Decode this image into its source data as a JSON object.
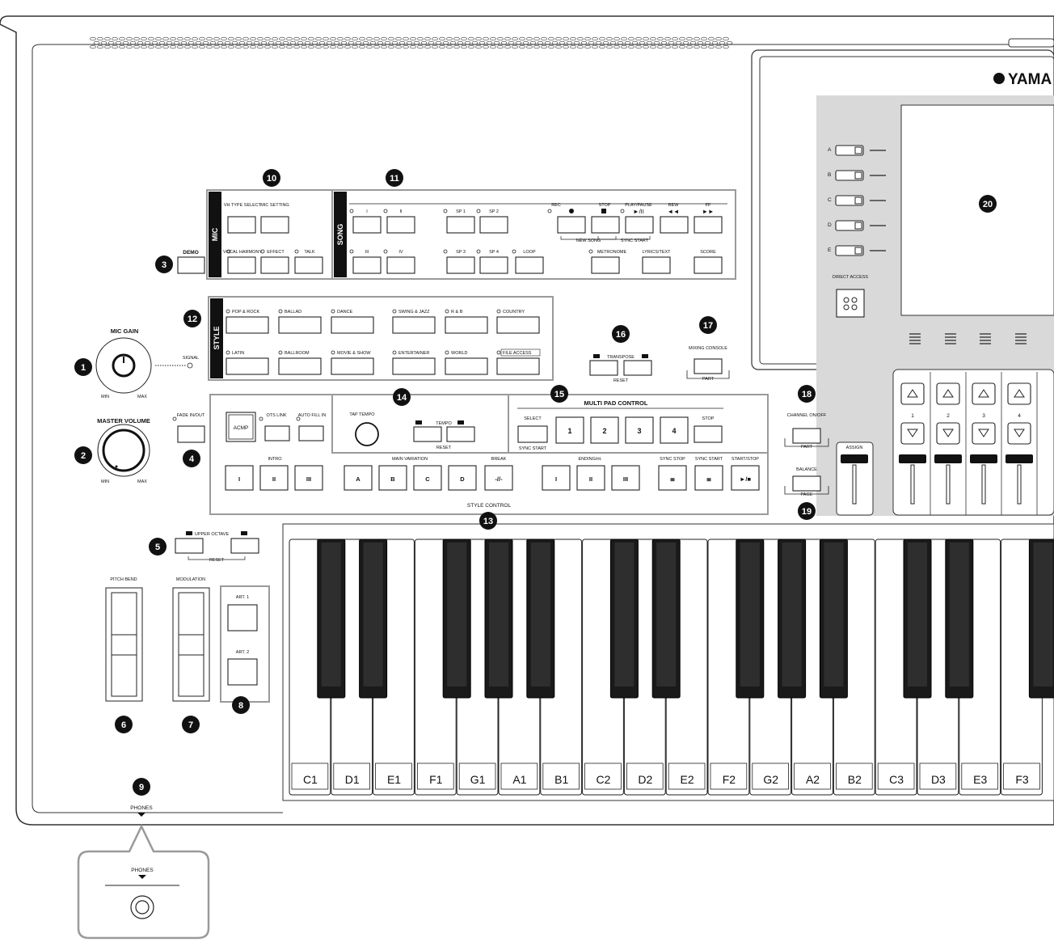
{
  "brand": "YAMA",
  "mic": {
    "panel_label": "MIC",
    "vh_type_select": "VH TYPE SELECT",
    "mic_setting": "MIC SETTING",
    "vocal_harmony": "VOCAL HARMONY",
    "effect": "EFFECT",
    "talk": "TALK"
  },
  "demo": "DEMO",
  "song": {
    "panel_label": "SONG",
    "buttons_top": [
      "I",
      "II",
      "SP 1",
      "SP 2"
    ],
    "buttons_bottom": [
      "III",
      "IV",
      "SP 3",
      "SP 4",
      "LOOP"
    ],
    "rec": "REC",
    "stop": "STOP",
    "play_pause": "PLAY/PAUSE",
    "rew": "REW",
    "ff": "FF",
    "new_song": "NEW SONG",
    "sync_start": "SYNC START",
    "metronome": "METRONOME",
    "lyrics_text": "LYRICS/TEXT",
    "score": "SCORE"
  },
  "style": {
    "panel_label": "STYLE",
    "row1": [
      "POP & ROCK",
      "BALLAD",
      "DANCE",
      "SWING & JAZZ",
      "R & B",
      "COUNTRY"
    ],
    "row2": [
      "LATIN",
      "BALLROOM",
      "MOVIE & SHOW",
      "ENTERTAINER",
      "WORLD",
      "FILE ACCESS"
    ]
  },
  "mic_gain": "MIC GAIN",
  "signal": "SIGNAL",
  "master_volume": "MASTER VOLUME",
  "min": "MIN",
  "max": "MAX",
  "fade": "FADE IN/OUT",
  "style_control": {
    "acmp": "ACMP",
    "ots_link": "OTS LINK",
    "auto_fill_in": "AUTO FILL IN",
    "intro": "INTRO",
    "intro_buttons": [
      "I",
      "II",
      "III"
    ],
    "main_variation": "MAIN VARIATION",
    "main_buttons": [
      "A",
      "B",
      "C",
      "D"
    ],
    "break": "BREAK",
    "ending": "ENDING/rit.",
    "ending_buttons": [
      "I",
      "II",
      "III"
    ],
    "sync_stop": "SYNC STOP",
    "sync_start": "SYNC START",
    "start_stop": "START/STOP",
    "footer": "STYLE CONTROL"
  },
  "tempo": {
    "tap_tempo": "TAP TEMPO",
    "tempo": "TEMPO",
    "reset": "RESET"
  },
  "multi_pad": {
    "title": "MULTI PAD CONTROL",
    "select": "SELECT",
    "pads": [
      "1",
      "2",
      "3",
      "4"
    ],
    "stop": "STOP",
    "sync_start": "SYNC START"
  },
  "transpose": {
    "label": "TRANSPOSE",
    "reset": "RESET"
  },
  "mixing_console": {
    "label": "MIXING CONSOLE",
    "part": "PART"
  },
  "channel_onoff": {
    "label": "CHANNEL ON/OFF",
    "part": "PART"
  },
  "balance": {
    "label": "BALANCE",
    "page": "PAGE"
  },
  "assign": "ASSIGN",
  "direct_access": "DIRECT ACCESS",
  "display_buttons": [
    "A",
    "B",
    "C",
    "D",
    "E"
  ],
  "part_numbers": [
    "1",
    "2",
    "3",
    "4"
  ],
  "upper_octave": {
    "label": "UPPER OCTAVE",
    "reset": "RESET"
  },
  "pitch_bend": "PITCH BEND",
  "modulation": "MODULATION",
  "art": [
    "ART. 1",
    "ART. 2"
  ],
  "phones": "PHONES",
  "phones_inset": "PHONES",
  "keys": [
    "C1",
    "D1",
    "E1",
    "F1",
    "G1",
    "A1",
    "B1",
    "C2",
    "D2",
    "E2",
    "F2",
    "G2",
    "A2",
    "B2",
    "C3",
    "D3",
    "E3",
    "F3"
  ],
  "callouts": [
    "1",
    "2",
    "3",
    "4",
    "5",
    "6",
    "7",
    "8",
    "9",
    "10",
    "11",
    "12",
    "13",
    "14",
    "15",
    "16",
    "17",
    "18",
    "19",
    "20"
  ],
  "colors": {
    "panel_grey": "#d9d9d9",
    "frame_grey": "#9a9a9a",
    "callout": "#111111"
  }
}
